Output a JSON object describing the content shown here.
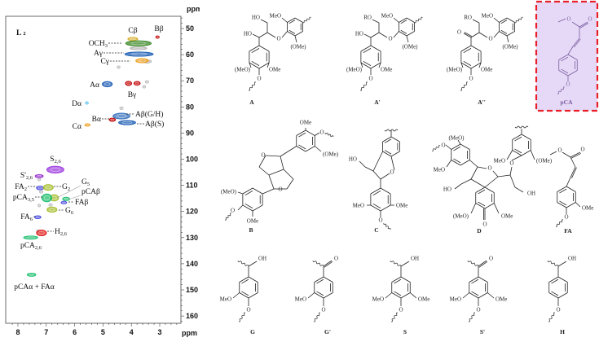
{
  "chart_data": {
    "type": "scatter",
    "title": "L2",
    "title_main": "L",
    "title_sub": "2",
    "xlabel": "ppm",
    "ylabel": "ppm",
    "xlim": [
      8.4,
      2.3
    ],
    "ylim": [
      45,
      163
    ],
    "x_ticks": [
      "8",
      "7",
      "6",
      "5",
      "4",
      "3"
    ],
    "x_tick_values": [
      8,
      7,
      6,
      5,
      4,
      3
    ],
    "y_ticks": [
      "50",
      "60",
      "70",
      "80",
      "90",
      "100",
      "110",
      "120",
      "130",
      "140",
      "150",
      "160"
    ],
    "y_tick_values": [
      50,
      60,
      70,
      80,
      90,
      100,
      110,
      120,
      130,
      140,
      150,
      160
    ],
    "cross_peaks": [
      {
        "label": "Cβ",
        "sub": "",
        "dH": 3.95,
        "dC": 54.0,
        "wH": 0.35,
        "wC": 1.2,
        "color": "#d8b030"
      },
      {
        "label": "Bβ",
        "sub": "",
        "dH": 3.08,
        "dC": 53.3,
        "wH": 0.12,
        "wC": 0.8,
        "color": "#c00000"
      },
      {
        "label": "OCH",
        "sub": "3",
        "dH": 3.75,
        "dC": 55.7,
        "wH": 0.9,
        "wC": 2.0,
        "color": "#3d8a2a"
      },
      {
        "label": "Aγ",
        "sub": "",
        "dH": 3.73,
        "dC": 59.8,
        "wH": 1.0,
        "wC": 1.6,
        "color": "#1f5fb5"
      },
      {
        "label": "Cγ",
        "sub": "",
        "dH": 3.62,
        "dC": 62.3,
        "wH": 0.45,
        "wC": 1.6,
        "color": "#f0a020"
      },
      {
        "label": "Aα",
        "sub": "",
        "dH": 4.85,
        "dC": 71.3,
        "wH": 0.35,
        "wC": 2.0,
        "color": "#1f5fb5"
      },
      {
        "label": "Bγ",
        "sub": "",
        "dH": 4.1,
        "dC": 71.0,
        "wH": 0.22,
        "wC": 1.6,
        "color": "#c00000"
      },
      {
        "label": "Dα",
        "sub": "",
        "dH": 5.57,
        "dC": 78.5,
        "wH": 0.1,
        "wC": 0.8,
        "color": "#5bc0f0"
      },
      {
        "label": "Aβ(G/H)",
        "sub": "",
        "dH": 4.35,
        "dC": 83.5,
        "wH": 0.6,
        "wC": 2.2,
        "color": "#3b74c0"
      },
      {
        "label": "Aβ(S)",
        "sub": "",
        "dH": 4.15,
        "dC": 86.0,
        "wH": 0.6,
        "wC": 1.6,
        "color": "#1f5fb5"
      },
      {
        "label": "Bα",
        "sub": "",
        "dH": 4.67,
        "dC": 84.9,
        "wH": 0.22,
        "wC": 1.2,
        "color": "#c00000"
      },
      {
        "label": "Cα",
        "sub": "",
        "dH": 5.55,
        "dC": 86.9,
        "wH": 0.18,
        "wC": 0.9,
        "color": "#f0a020"
      },
      {
        "label": "S",
        "sub": "2,6",
        "dH": 6.68,
        "dC": 104.0,
        "wH": 0.6,
        "wC": 2.6,
        "color": "#a040e0"
      },
      {
        "label": "S'",
        "sub": "2,6",
        "dH": 7.25,
        "dC": 106.5,
        "wH": 0.28,
        "wC": 1.2,
        "color": "#9a30d0"
      },
      {
        "label": "FA",
        "sub": "2",
        "dH": 7.22,
        "dC": 111.0,
        "wH": 0.25,
        "wC": 1.4,
        "color": "#4a4ae0"
      },
      {
        "label": "G",
        "sub": "2",
        "dH": 6.93,
        "dC": 110.8,
        "wH": 0.35,
        "wC": 2.2,
        "color": "#a8c030"
      },
      {
        "label": "G",
        "sub": "5",
        "dH": 6.72,
        "dC": 114.8,
        "wH": 0.3,
        "wC": 2.4,
        "color": "#a8c030"
      },
      {
        "label": "pCAβ",
        "sub": "",
        "dH": 6.3,
        "dC": 115.2,
        "wH": 0.25,
        "wC": 1.3,
        "color": "#20c070"
      },
      {
        "label": "pCA",
        "sub": "3,5",
        "dH": 6.98,
        "dC": 114.8,
        "wH": 0.35,
        "wC": 3.0,
        "color": "#20c070"
      },
      {
        "label": "FAβ",
        "sub": "",
        "dH": 6.38,
        "dC": 116.6,
        "wH": 0.2,
        "wC": 1.0,
        "color": "#4a4ae0"
      },
      {
        "label": "G",
        "sub": "6",
        "dH": 6.8,
        "dC": 119.3,
        "wH": 0.35,
        "wC": 2.0,
        "color": "#a8c030"
      },
      {
        "label": "FA",
        "sub": "6",
        "dH": 7.3,
        "dC": 122.2,
        "wH": 0.22,
        "wC": 1.1,
        "color": "#4a4ae0"
      },
      {
        "label": "H",
        "sub": "2,6",
        "dH": 7.17,
        "dC": 128.2,
        "wH": 0.35,
        "wC": 2.2,
        "color": "#e02020"
      },
      {
        "label": "pCA",
        "sub": "2,6",
        "dH": 7.55,
        "dC": 130.0,
        "wH": 0.5,
        "wC": 1.2,
        "color": "#20c070"
      },
      {
        "label": "pCAα + FAα",
        "sub": "",
        "dH": 7.52,
        "dC": 144.2,
        "wH": 0.3,
        "wC": 1.2,
        "color": "#20c070"
      }
    ],
    "additional_peaks": [
      {
        "dH": 3.8,
        "dC": 71.0,
        "wH": 0.22,
        "wC": 1.4,
        "color": "#c00000"
      },
      {
        "dH": 3.75,
        "dC": 57.6,
        "wH": 0.6,
        "wC": 1.0,
        "color": "#b8b8b8"
      },
      {
        "dH": 3.45,
        "dC": 62.6,
        "wH": 0.3,
        "wC": 1.2,
        "color": "#b8b8b8"
      },
      {
        "dH": 4.45,
        "dC": 64.8,
        "wH": 0.1,
        "wC": 0.6,
        "color": "#b8b8b8"
      },
      {
        "dH": 3.45,
        "dC": 70.4,
        "wH": 0.12,
        "wC": 0.6,
        "color": "#b8b8b8"
      },
      {
        "dH": 3.55,
        "dC": 72.3,
        "wH": 0.1,
        "wC": 0.6,
        "color": "#b8b8b8"
      },
      {
        "dH": 4.35,
        "dC": 80.5,
        "wH": 0.12,
        "wC": 0.7,
        "color": "#b8b8b8"
      },
      {
        "dH": 7.25,
        "dC": 107.8,
        "wH": 0.08,
        "wC": 0.6,
        "color": "#b8b8b8"
      },
      {
        "dH": 7.18,
        "dC": 112.5,
        "wH": 0.12,
        "wC": 0.7,
        "color": "#b8b8b8"
      },
      {
        "dH": 7.25,
        "dC": 117.7,
        "wH": 0.08,
        "wC": 0.7,
        "color": "#b8b8b8"
      },
      {
        "dH": 6.85,
        "dC": 117.5,
        "wH": 0.12,
        "wC": 0.6,
        "color": "#b8b8b8"
      },
      {
        "dH": 7.3,
        "dC": 127.5,
        "wH": 0.06,
        "wC": 0.5,
        "color": "#b8b8b8"
      }
    ]
  },
  "highlight": {
    "fill": "#e6d9f7",
    "border": "#e8202a",
    "struct_color": "#7a5c9e"
  },
  "structures": {
    "A": {
      "caption": "A",
      "texts": [
        "HO",
        "HO",
        "MeO",
        "(OMe)",
        "(MeO)",
        "OMe",
        "O",
        "O"
      ]
    },
    "A1": {
      "caption": "A'",
      "texts": [
        "HO",
        "RO",
        "MeO",
        "(OMe)",
        "(MeO)",
        "OMe",
        "O",
        "O"
      ]
    },
    "A2": {
      "caption": "A''",
      "texts": [
        "O",
        "RO",
        "MeO",
        "(OMe)",
        "(MeO)",
        "OMe",
        "O",
        "O"
      ]
    },
    "pCA": {
      "caption": "pCA",
      "texts": [
        "O",
        "O",
        "O"
      ]
    },
    "B": {
      "caption": "B",
      "texts": [
        "OMe",
        "O",
        "(OMe)",
        "O",
        "O",
        "(MeO)",
        "O",
        "OMe"
      ]
    },
    "C": {
      "caption": "C",
      "texts": [
        "HO",
        "O",
        "MeO",
        "OMe",
        "O"
      ]
    },
    "D": {
      "caption": "D",
      "texts": [
        "(MeO)",
        "O",
        "MeO",
        "O",
        "HO",
        "O",
        "MeO",
        "(OMe)",
        "OH",
        "(MeO)",
        "OMe",
        "O"
      ]
    },
    "FA": {
      "caption": "FA",
      "texts": [
        "O",
        "O",
        "OMe",
        "O"
      ]
    },
    "G": {
      "caption": "G",
      "texts": [
        "OH",
        "MeO",
        "O"
      ]
    },
    "G1": {
      "caption": "G'",
      "texts": [
        "O",
        "MeO",
        "O"
      ]
    },
    "S": {
      "caption": "S",
      "texts": [
        "OH",
        "MeO",
        "OMe",
        "O"
      ]
    },
    "S1": {
      "caption": "S'",
      "texts": [
        "O",
        "MeO",
        "OMe",
        "O"
      ]
    },
    "H": {
      "caption": "H",
      "texts": [
        "OH",
        "O"
      ]
    }
  }
}
